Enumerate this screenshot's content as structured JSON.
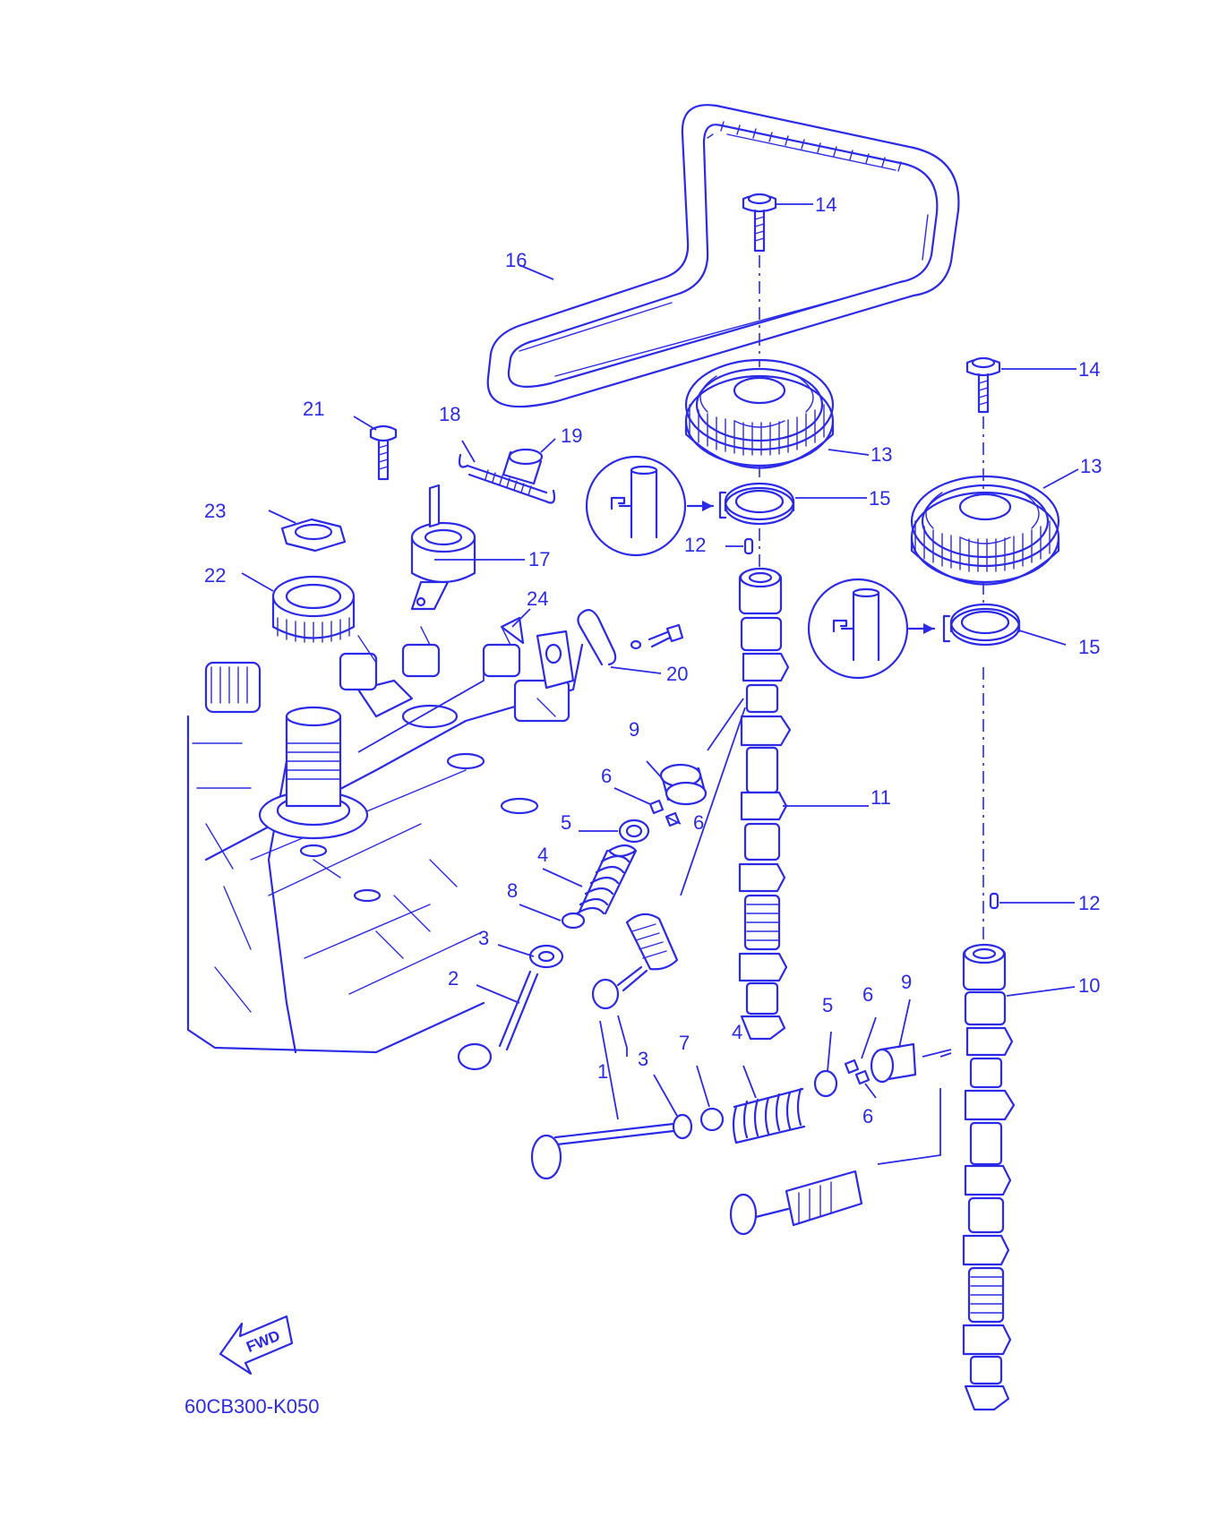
{
  "diagram": {
    "drawing_code": "60CB300-K050",
    "fwd_label": "FWD",
    "line_color": "#2a2ae8",
    "callouts": [
      {
        "id": "c1",
        "label": "1"
      },
      {
        "id": "c2",
        "label": "2"
      },
      {
        "id": "c3a",
        "label": "3"
      },
      {
        "id": "c3b",
        "label": "3"
      },
      {
        "id": "c4a",
        "label": "4"
      },
      {
        "id": "c4b",
        "label": "4"
      },
      {
        "id": "c5a",
        "label": "5"
      },
      {
        "id": "c5b",
        "label": "5"
      },
      {
        "id": "c6a",
        "label": "6"
      },
      {
        "id": "c6b",
        "label": "6"
      },
      {
        "id": "c6c",
        "label": "6"
      },
      {
        "id": "c6d",
        "label": "6"
      },
      {
        "id": "c7",
        "label": "7"
      },
      {
        "id": "c8",
        "label": "8"
      },
      {
        "id": "c9a",
        "label": "9"
      },
      {
        "id": "c9b",
        "label": "9"
      },
      {
        "id": "c10",
        "label": "10"
      },
      {
        "id": "c11",
        "label": "11"
      },
      {
        "id": "c12a",
        "label": "12"
      },
      {
        "id": "c12b",
        "label": "12"
      },
      {
        "id": "c13a",
        "label": "13"
      },
      {
        "id": "c13b",
        "label": "13"
      },
      {
        "id": "c14a",
        "label": "14"
      },
      {
        "id": "c14b",
        "label": "14"
      },
      {
        "id": "c15a",
        "label": "15"
      },
      {
        "id": "c15b",
        "label": "15"
      },
      {
        "id": "c16",
        "label": "16"
      },
      {
        "id": "c17",
        "label": "17"
      },
      {
        "id": "c18",
        "label": "18"
      },
      {
        "id": "c19",
        "label": "19"
      },
      {
        "id": "c20",
        "label": "20"
      },
      {
        "id": "c21",
        "label": "21"
      },
      {
        "id": "c22",
        "label": "22"
      },
      {
        "id": "c23",
        "label": "23"
      },
      {
        "id": "c24",
        "label": "24"
      }
    ]
  }
}
